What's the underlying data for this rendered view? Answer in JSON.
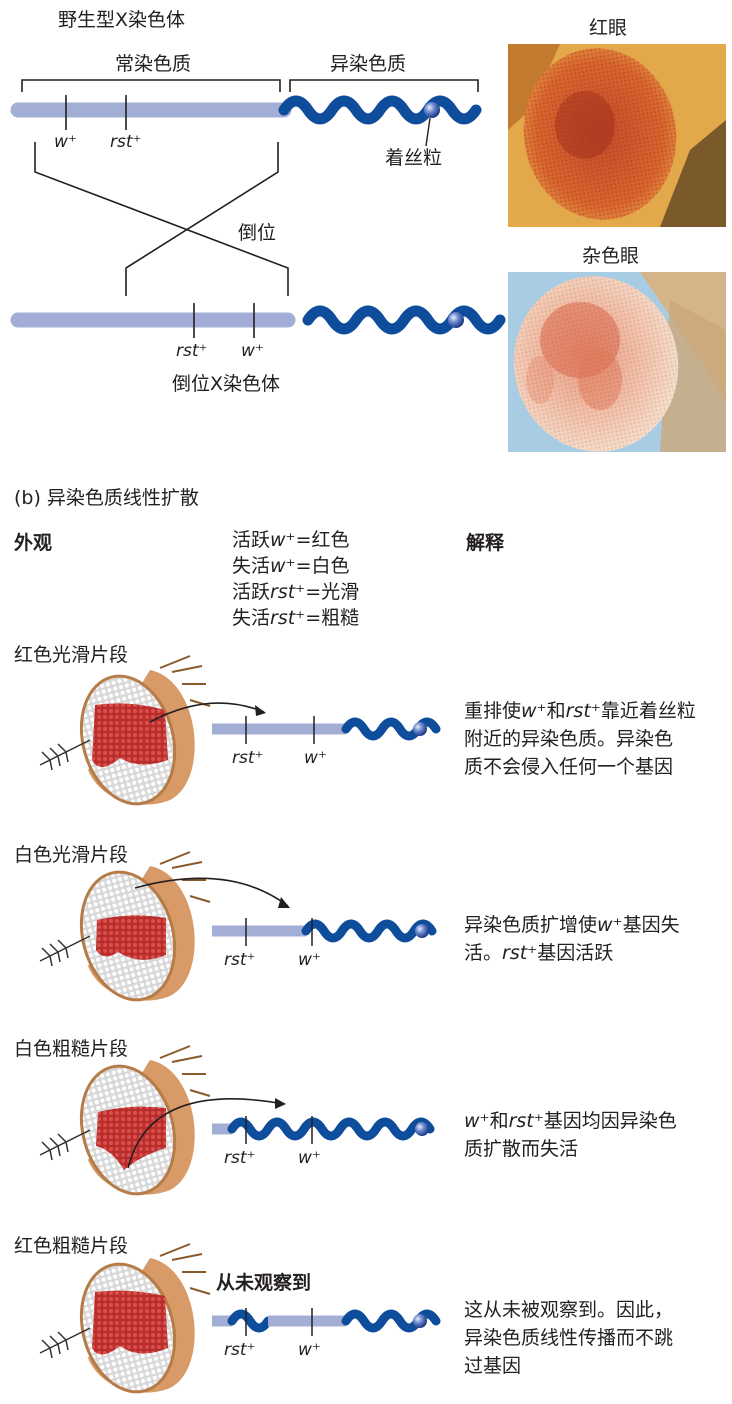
{
  "part_a": {
    "wild_type_title": "野生型X染色体",
    "euchromatin_label": "常染色质",
    "heterochromatin_label": "异染色质",
    "centromere_label": "着丝粒",
    "inversion_label": "倒位",
    "inverted_title": "倒位X染色体",
    "red_eye_label": "红眼",
    "variegated_eye_label": "杂色眼",
    "gene_w": "w⁺",
    "gene_rst": "rst⁺"
  },
  "part_b": {
    "title": "(b) 异染色质线性扩散",
    "col_appearance": "外观",
    "col_explanation": "解释",
    "legend": {
      "l1_pre": "活跃",
      "l1_gene": "w⁺",
      "l1_post": "=红色",
      "l2_pre": "失活",
      "l2_gene": "w⁺",
      "l2_post": "=白色",
      "l3_pre": "活跃",
      "l3_gene": "rst⁺",
      "l3_post": "=光滑",
      "l4_pre": "失活",
      "l4_gene": "rst⁺",
      "l4_post": "=粗糙"
    },
    "rows": [
      {
        "title": "红色光滑片段",
        "gene_left": "rst⁺",
        "gene_right": "w⁺",
        "explanation": {
          "line1_a": "重排使",
          "line1_g1": "w⁺",
          "line1_b": "和",
          "line1_g2": "rst⁺",
          "line1_c": "靠近着丝粒",
          "line2": "附近的异染色质。异染色",
          "line3": "质不会侵入任何一个基因"
        }
      },
      {
        "title": "白色光滑片段",
        "gene_left": "rst⁺",
        "gene_right": "w⁺",
        "explanation": {
          "line1_a": "异染色质扩增使",
          "line1_g1": "w⁺",
          "line1_b": "基因失",
          "line2_a": "活。",
          "line2_g": "rst⁺",
          "line2_b": "基因活跃"
        }
      },
      {
        "title": "白色粗糙片段",
        "gene_left": "rst⁺",
        "gene_right": "w⁺",
        "explanation": {
          "line1_g1": "w⁺",
          "line1_a": "和",
          "line1_g2": "rst⁺",
          "line1_b": "基因均因异染色",
          "line2": "质扩散而失活"
        }
      },
      {
        "title": "红色粗糙片段",
        "never_label": "从未观察到",
        "gene_left": "rst⁺",
        "gene_right": "w⁺",
        "explanation": {
          "line1": "这从未被观察到。因此，",
          "line2": "异染色质线性传播而不跳",
          "line3": "过基因"
        }
      }
    ]
  },
  "colors": {
    "euchromatin": "#a3aed6",
    "heterochromatin": "#0e4c9c",
    "centromere": "#3a5db0",
    "eye_red": "#b92d2d",
    "head_tan": "#d89a66"
  }
}
